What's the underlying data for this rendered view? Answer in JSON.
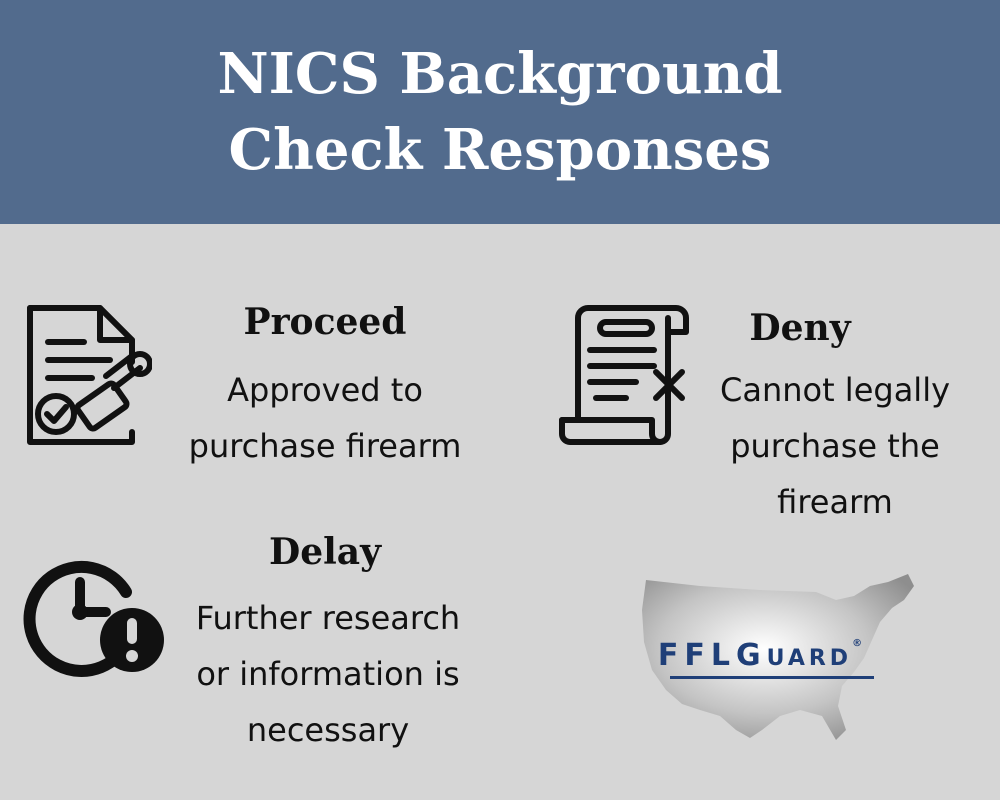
{
  "title": "NICS Background Check Responses",
  "responses": {
    "proceed": {
      "heading": "Proceed",
      "line1": "Approved to",
      "line2": "purchase firearm",
      "icon": "approved-document-stamp-icon"
    },
    "deny": {
      "heading": "Deny",
      "line1": "Cannot legally",
      "line2": "purchase the",
      "line3": "firearm",
      "icon": "denied-document-icon"
    },
    "delay": {
      "heading": "Delay",
      "line1": "Further research",
      "line2": "or information is",
      "line3": "necessary",
      "icon": "clock-alert-icon"
    }
  },
  "logo": {
    "text_f1": "F",
    "text_f2": "F",
    "text_l": "L",
    "text_g": "G",
    "text_uard": "UARD",
    "registered": "®"
  },
  "colors": {
    "header_bg": "#526b8d",
    "page_bg": "#d6d6d6",
    "logo_text": "#1f3f78"
  }
}
